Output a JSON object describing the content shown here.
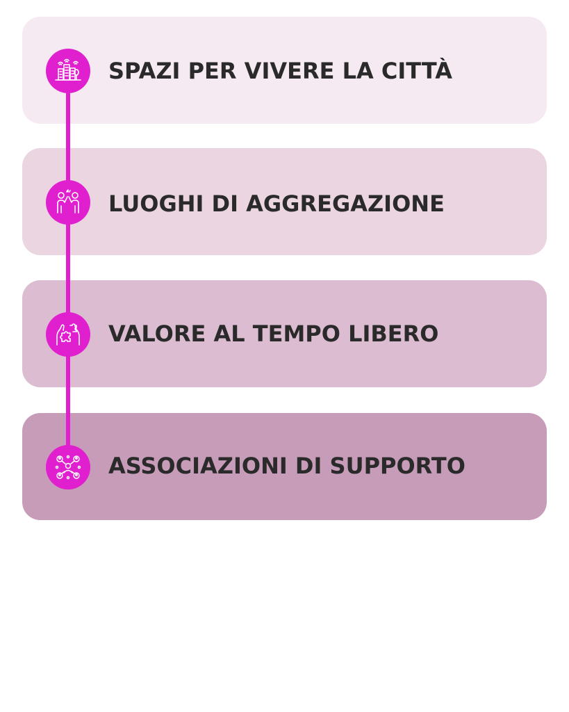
{
  "colors": {
    "accent": "#e020cf",
    "text": "#2a2a2a",
    "card_1": "#f5eaf1",
    "card_2": "#ead5e1",
    "card_3": "#dcbcd1",
    "card_4": "#c79cb8"
  },
  "steps": [
    {
      "label": "SPAZI PER VIVERE LA CITTÀ",
      "icon": "city-buildings-icon"
    },
    {
      "label": "LUOGHI DI AGGREGAZIONE",
      "icon": "people-high-five-icon"
    },
    {
      "label": "VALORE AL TEMPO LIBERO",
      "icon": "puzzle-hands-icon"
    },
    {
      "label": "ASSOCIAZIONI DI SUPPORTO",
      "icon": "people-network-icon"
    }
  ]
}
